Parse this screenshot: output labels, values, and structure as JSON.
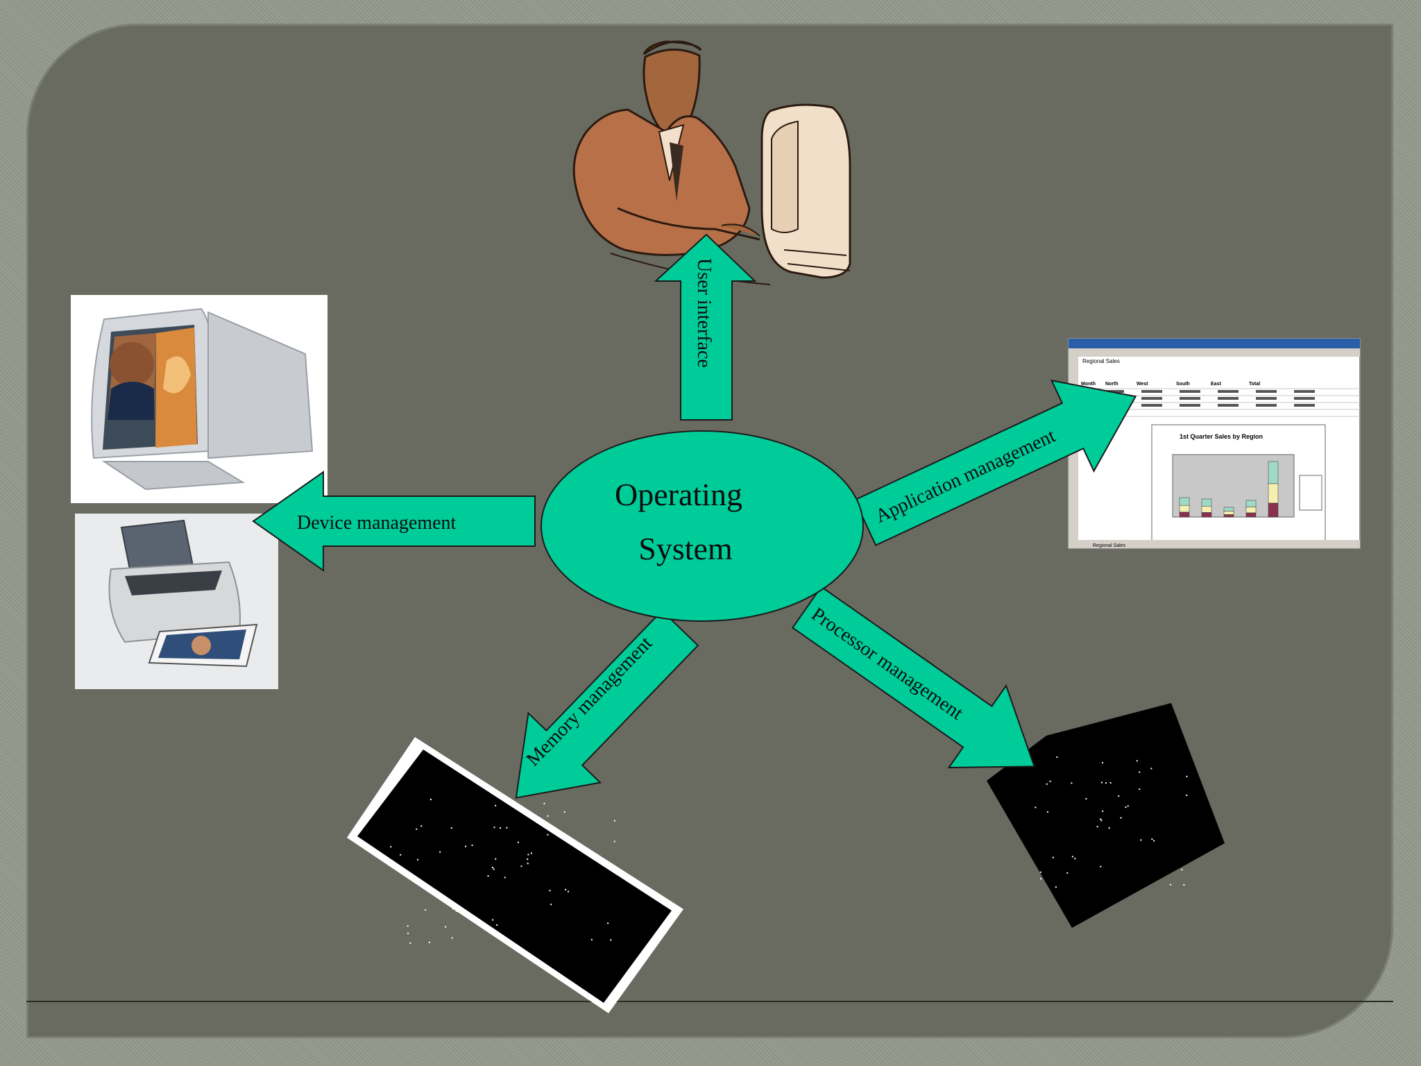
{
  "center": {
    "line1": "Operating",
    "line2": "System",
    "color": "#00cc99"
  },
  "arrows": {
    "user": "User interface",
    "device": "Device management",
    "application": "Application management",
    "processor": "Processor management",
    "memory": "Memory management",
    "color": "#00cc99"
  },
  "spreadsheet": {
    "title": "Regional Sales",
    "headers": [
      "Month",
      "North",
      "West",
      "South",
      "East",
      "Total"
    ],
    "chart_title": "1st Quarter Sales by Region",
    "tab": "Regional Sales"
  }
}
